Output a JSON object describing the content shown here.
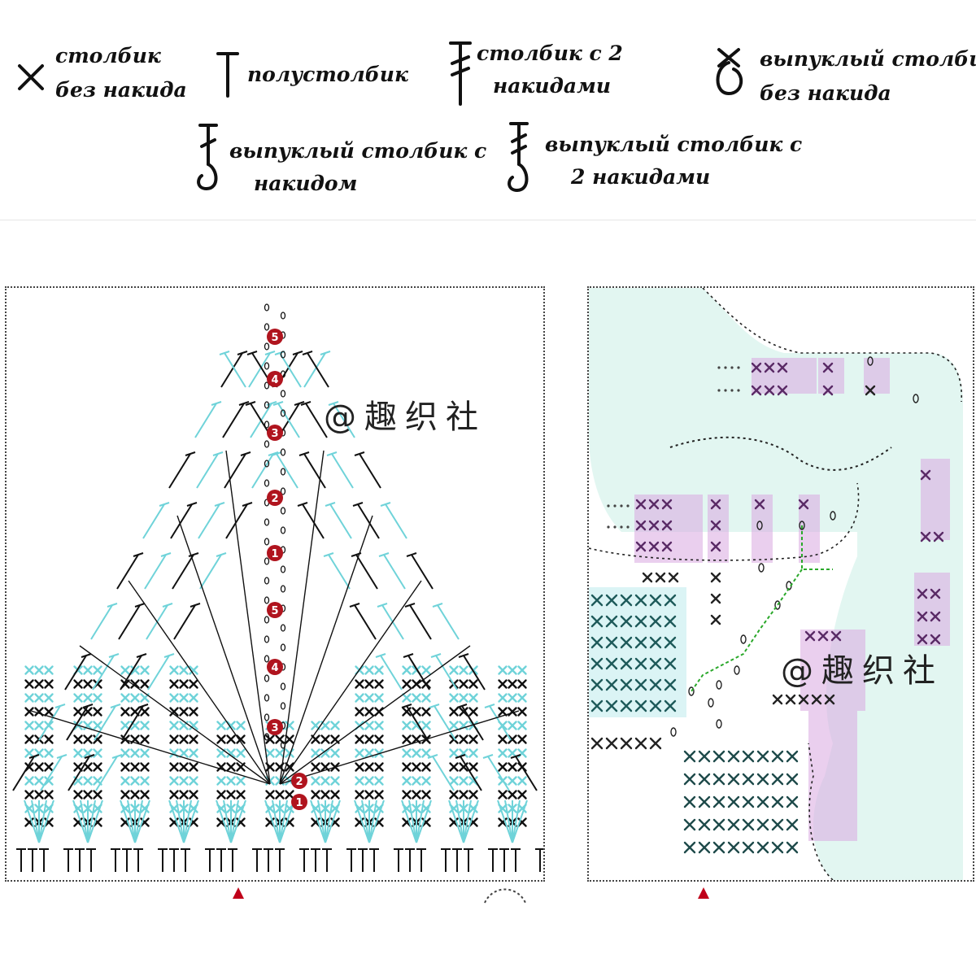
{
  "legend": {
    "sc": {
      "line1": "столбик",
      "line2": "без накида",
      "icon": "x-stitch-icon"
    },
    "hdc": {
      "line1": "полустолбик",
      "icon": "half-double-crochet-icon"
    },
    "dc2": {
      "line1": "столбик с 2",
      "line2": "накидами",
      "icon": "double-treble-icon"
    },
    "fpsc": {
      "line1": "выпуклый столбик",
      "line2": "без накида",
      "icon": "front-post-sc-icon"
    },
    "fpdc": {
      "line1": "выпуклый столбик с",
      "line2": "накидом",
      "icon": "front-post-dc-icon"
    },
    "fpdc2": {
      "line1": "выпуклый столбик с",
      "line2": "2 накидами",
      "icon": "front-post-tr-icon"
    }
  },
  "chart_left": {
    "watermark": "@趣织社",
    "row_numbers": [
      "5",
      "4",
      "3",
      "2",
      "1",
      "5",
      "4",
      "3",
      "2",
      "1"
    ],
    "colors": {
      "ink": "#111111",
      "cyan": "#6fd3d9",
      "marker": "#c0001a",
      "number_bg": "#b0141e"
    }
  },
  "chart_right": {
    "watermark": "@趣织社",
    "colors": {
      "ink": "#111111",
      "purple": "#d9a8e0",
      "mint": "#dff5ef",
      "cyan": "#6fd3d9",
      "green_dash": "#2aa82a"
    }
  }
}
